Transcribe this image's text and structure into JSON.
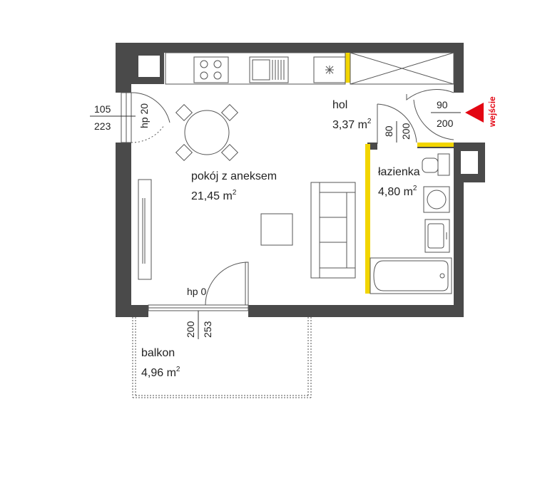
{
  "rooms": {
    "living": {
      "name": "pokój z aneksem",
      "area_value": "21,45 m",
      "area_sup": "2"
    },
    "hall": {
      "name": "hol",
      "area_value": "3,37 m",
      "area_sup": "2"
    },
    "bathroom": {
      "name": "łazienka",
      "area_value": "4,80 m",
      "area_sup": "2"
    },
    "balcony": {
      "name": "balkon",
      "area_value": "4,96 m",
      "area_sup": "2"
    }
  },
  "window_left": {
    "width": "105",
    "height": "223",
    "sill": "hp 20"
  },
  "balcony_door": {
    "sill": "hp 0",
    "height": "200",
    "width": "253"
  },
  "bathroom_door": {
    "width": "80",
    "height": "200"
  },
  "entry_door": {
    "width": "90",
    "height": "200"
  },
  "entrance": {
    "label": "wejście",
    "color": "#e30613"
  },
  "colors": {
    "wall": "#4a4a4a",
    "accent": "#f2d500",
    "line": "#555555"
  }
}
